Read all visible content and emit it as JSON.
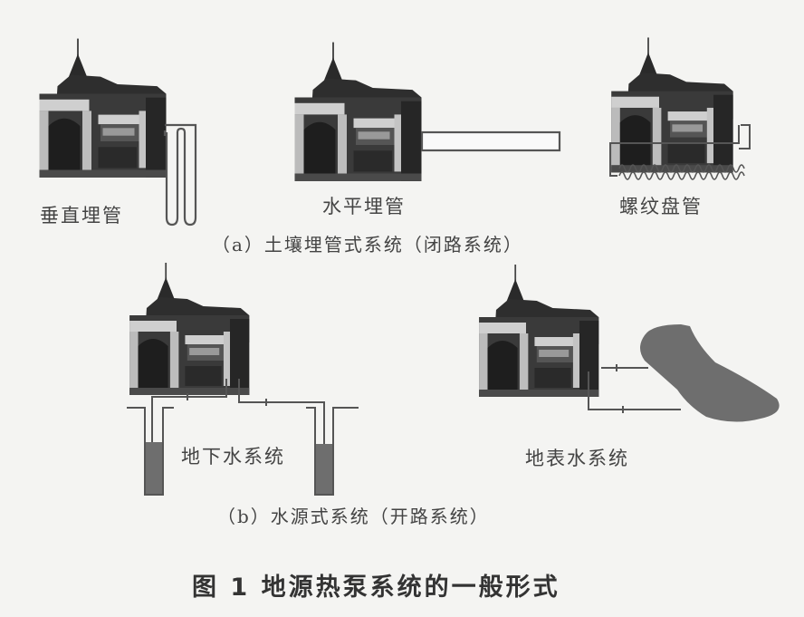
{
  "figure": {
    "title": "图 1   地源热泵系统的一般形式"
  },
  "section_a": {
    "caption": "（a）土壤埋管式系统（闭路系统）",
    "items": [
      {
        "label": "垂直埋管"
      },
      {
        "label": "水平埋管"
      },
      {
        "label": "螺纹盘管"
      }
    ]
  },
  "section_b": {
    "caption": "（b）水源式系统（开路系统）",
    "items": [
      {
        "label": "地下水系统"
      },
      {
        "label": "地表水系统"
      }
    ]
  },
  "colors": {
    "background": "#f4f4f2",
    "house_dark": "#2a2a2a",
    "pipe": "#555555",
    "water": "#6e6e6e"
  }
}
